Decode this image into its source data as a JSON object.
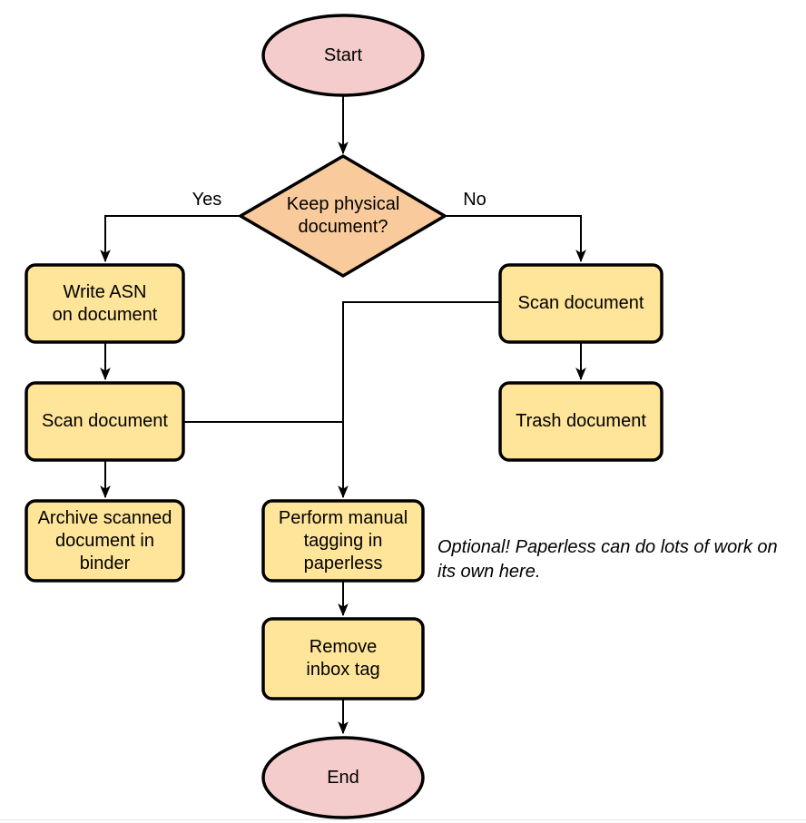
{
  "diagram": {
    "type": "flowchart",
    "nodes": {
      "start": {
        "label": "Start",
        "shape": "terminator"
      },
      "decision": {
        "label": "Keep physical\ndocument?",
        "shape": "decision"
      },
      "write_asn": {
        "label": "Write ASN\non document",
        "shape": "process"
      },
      "scan_left": {
        "label": "Scan document",
        "shape": "process"
      },
      "archive": {
        "label": "Archive scanned\ndocument in\nbinder",
        "shape": "process"
      },
      "scan_right": {
        "label": "Scan document",
        "shape": "process"
      },
      "trash": {
        "label": "Trash document",
        "shape": "process"
      },
      "tagging": {
        "label": "Perform manual\ntagging in\npaperless",
        "shape": "process"
      },
      "remove_inbox": {
        "label": "Remove\ninbox tag",
        "shape": "process"
      },
      "end": {
        "label": "End",
        "shape": "terminator"
      }
    },
    "edge_labels": {
      "yes": "Yes",
      "no": "No"
    },
    "annotation": "Optional! Paperless can do lots of work on\nits own here.",
    "colors": {
      "terminator_fill": "#F5CCCC",
      "decision_fill": "#F9CB9C",
      "process_fill": "#FFE599",
      "stroke": "#000000"
    }
  }
}
